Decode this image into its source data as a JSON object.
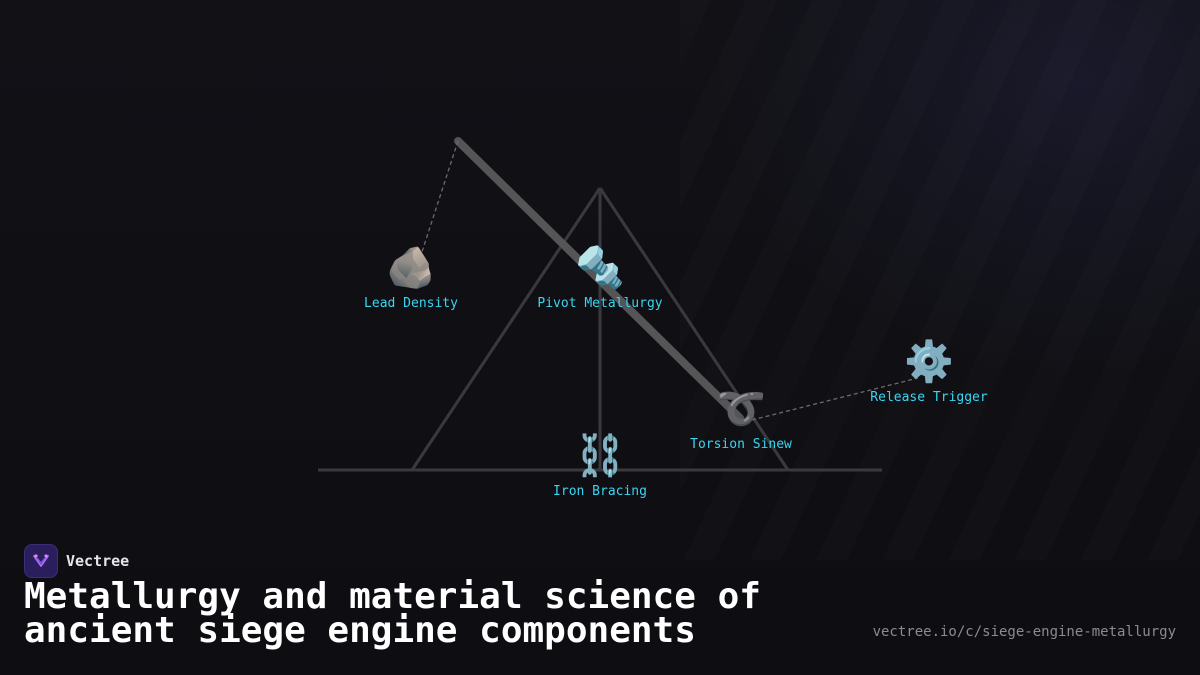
{
  "brand": {
    "name": "Vectree",
    "logo_icon": "vectree-logo-icon",
    "accent": "#2a1f5c"
  },
  "title": "Metallurgy and material science of ancient siege engine components",
  "url": "vectree.io/c/siege-engine-metallurgy",
  "colors": {
    "label": "#38d6f0",
    "frame": "#3a3a3e",
    "arm": "#555558"
  },
  "nodes": [
    {
      "id": "lead-density",
      "label": "Lead Density",
      "emoji": "🪨",
      "icon": "rock-icon"
    },
    {
      "id": "pivot-metallurgy",
      "label": "Pivot Metallurgy",
      "emoji": "🔩",
      "icon": "nut-bolt-icon"
    },
    {
      "id": "release-trigger",
      "label": "Release Trigger",
      "emoji": "⚙️",
      "icon": "gear-icon"
    },
    {
      "id": "torsion-sinew",
      "label": "Torsion Sinew",
      "emoji": "➰",
      "icon": "loop-icon"
    },
    {
      "id": "iron-bracing",
      "label": "Iron Bracing",
      "emoji": "⛓️",
      "icon": "chains-icon"
    }
  ]
}
